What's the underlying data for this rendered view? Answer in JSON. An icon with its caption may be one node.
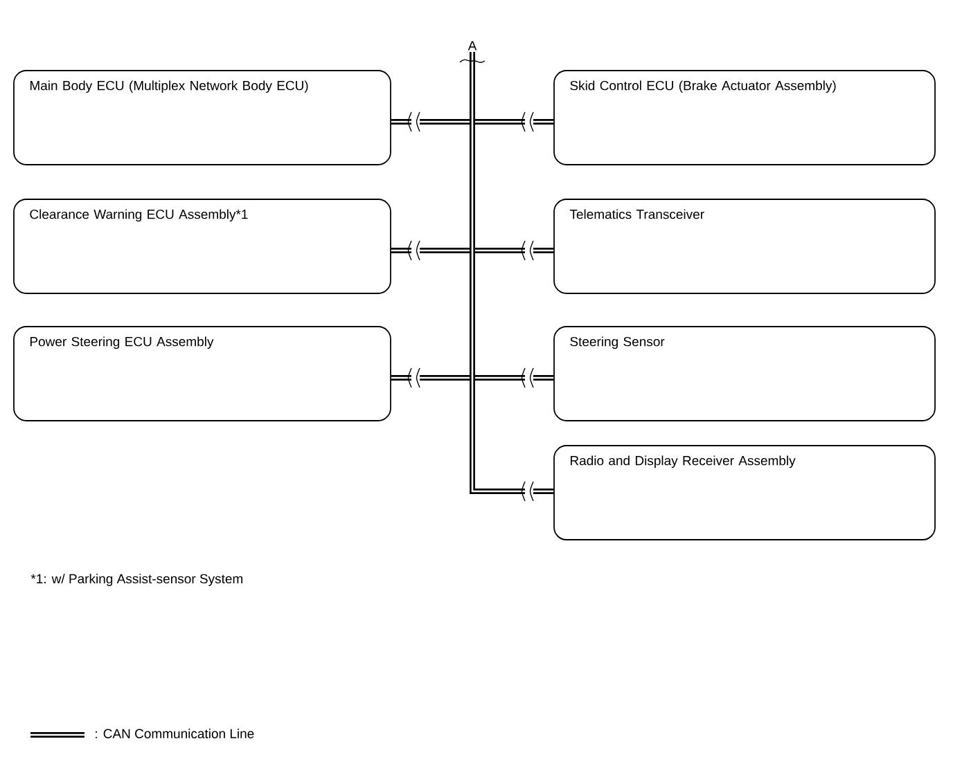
{
  "diagram": {
    "nodes": [
      {
        "text": [
          "Main Body ECU (Multiplex Network Body ECU)"
        ]
      },
      {
        "text": [
          "Clearance Warning ECU Assembly*1"
        ]
      },
      {
        "text": [
          "Power Steering ECU Assembly"
        ]
      },
      {
        "text": [
          "Skid Control ECU (Brake Actuator Assembly)"
        ]
      },
      {
        "text": [
          "Telematics Transceiver"
        ]
      },
      {
        "text": [
          "Steering Sensor"
        ]
      },
      {
        "text": [
          "Radio and Display Receiver Assembly"
        ]
      },
      {
        "text": [
          "A"
        ]
      }
    ],
    "edges": [
      {
        "from": 0,
        "to": 7,
        "arrow": "none"
      },
      {
        "from": 1,
        "to": 7,
        "arrow": "none"
      },
      {
        "from": 2,
        "to": 7,
        "arrow": "none"
      },
      {
        "from": 3,
        "to": 7,
        "arrow": "none"
      },
      {
        "from": 4,
        "to": 7,
        "arrow": "none"
      },
      {
        "from": 5,
        "to": 7,
        "arrow": "none"
      },
      {
        "from": 6,
        "to": 7,
        "arrow": "none"
      }
    ],
    "labels": [
      "*1: w/ Parking Assist-sensor System"
    ],
    "legend": [
      {
        "text": ": CAN Communication Line"
      }
    ]
  }
}
